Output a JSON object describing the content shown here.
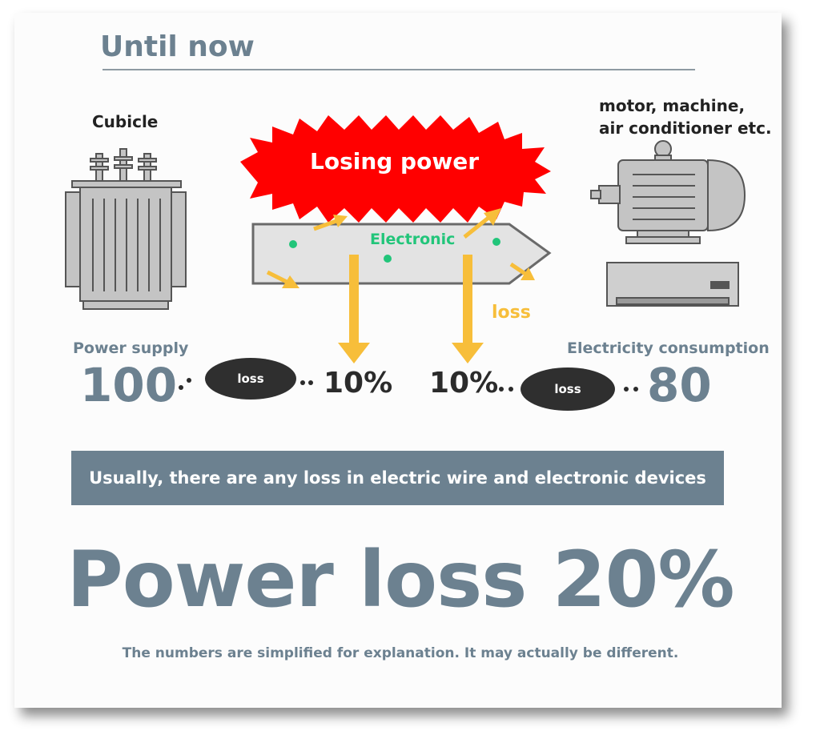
{
  "title": "Until now",
  "source": {
    "label": "Cubicle"
  },
  "devices": {
    "label_line1": "motor, machine,",
    "label_line2": "air conditioner etc."
  },
  "burst": {
    "text": "Losing power"
  },
  "wire": {
    "label": "Electronic",
    "loss_label": "loss"
  },
  "flow": {
    "supply_label": "Power supply",
    "supply_value": "100",
    "first_loss_badge": "loss",
    "first_loss_pct": "10%",
    "second_loss_pct": "10%",
    "second_loss_badge": "loss",
    "consumption_label": "Electricity consumption",
    "consumption_value": "80"
  },
  "banner": {
    "text": "Usually, there are any loss in electric wire and electronic devices"
  },
  "headline": {
    "text": "Power loss 20%"
  },
  "footnote": {
    "text": "The numbers are simplified for explanation. It may actually be different."
  },
  "colors": {
    "slate": "#6c8190",
    "burst_red": "#ff0000",
    "arrow_yellow": "#f7be3a",
    "electron_green": "#22c57a",
    "pill_dark": "#2f2f2f"
  }
}
